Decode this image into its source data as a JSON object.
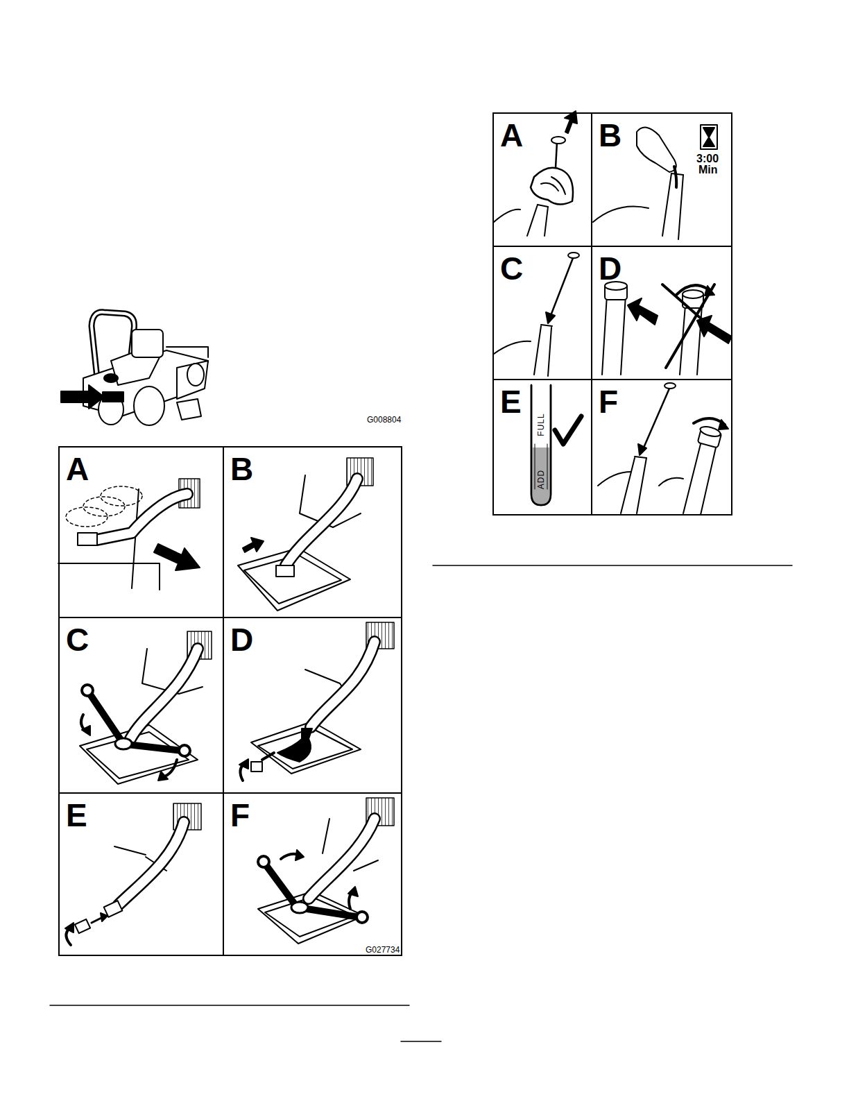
{
  "diagram": {
    "nodes": [
      {
        "text": [
          "A"
        ]
      },
      {
        "text": [
          "B"
        ]
      },
      {
        "text": [
          "C"
        ]
      },
      {
        "text": [
          "D"
        ]
      },
      {
        "text": [
          "E"
        ]
      },
      {
        "text": [
          "F"
        ]
      },
      {
        "text": [
          "A"
        ]
      },
      {
        "text": [
          "B"
        ]
      },
      {
        "text": [
          "C"
        ]
      },
      {
        "text": [
          "D"
        ]
      },
      {
        "text": [
          "E"
        ]
      },
      {
        "text": [
          "F"
        ]
      }
    ],
    "labels": [
      "G008804",
      "3:00",
      "Min",
      "ADD",
      "FULL",
      "G027734"
    ]
  }
}
